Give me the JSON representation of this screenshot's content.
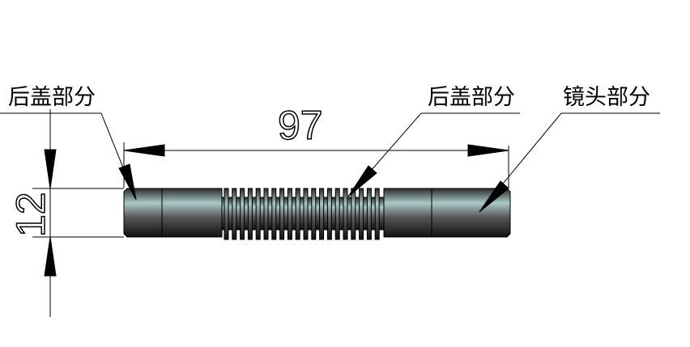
{
  "labels": {
    "left": "后盖部分",
    "middle": "后盖部分",
    "right": "镜头部分"
  },
  "dimensions": {
    "length": "97",
    "diameter": "12"
  },
  "colors": {
    "line": "#000000",
    "body_light": "#a9c9c6",
    "body_dark": "#1a1a1a"
  }
}
